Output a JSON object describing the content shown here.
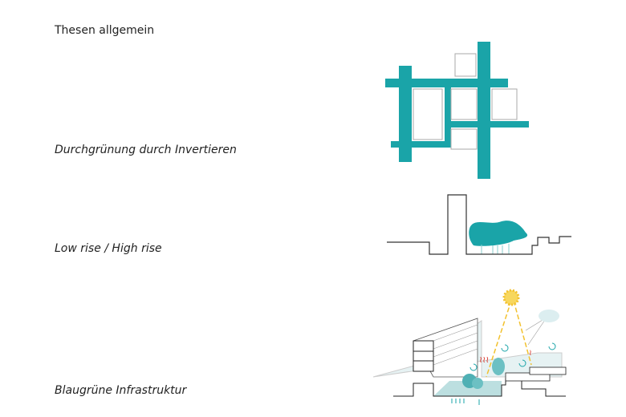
{
  "page": {
    "title": "Thesen allgemein"
  },
  "theses": [
    {
      "caption": "Durchgrünung durch Invertieren",
      "icon": "inverted-grid-diagram"
    },
    {
      "caption": "Low rise / High rise",
      "icon": "section-skyline-diagram"
    },
    {
      "caption": "Blaugrüne Infrastruktur",
      "icon": "blue-green-infrastructure-illustration"
    }
  ],
  "colors": {
    "accent": "#1aa4a8",
    "line": "#333333",
    "grey": "#aaaaaa",
    "light": "#d9ecee",
    "sun": "#f2c12e",
    "heat": "#d9352b"
  }
}
